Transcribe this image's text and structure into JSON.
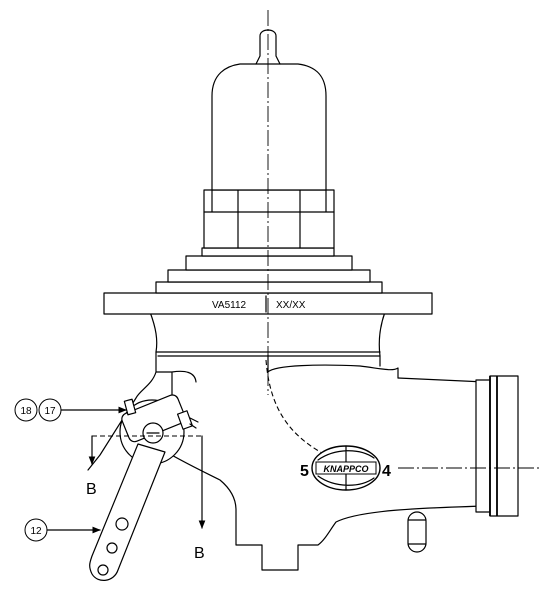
{
  "drawing": {
    "model_label": "VA5112",
    "date_label": "XX/XX",
    "brand_logo_text": "KNAPPCO",
    "port_left_number": "5",
    "port_right_number": "4",
    "section_marker": "B",
    "balloons": {
      "b18": "18",
      "b17": "17",
      "b12": "12"
    }
  }
}
